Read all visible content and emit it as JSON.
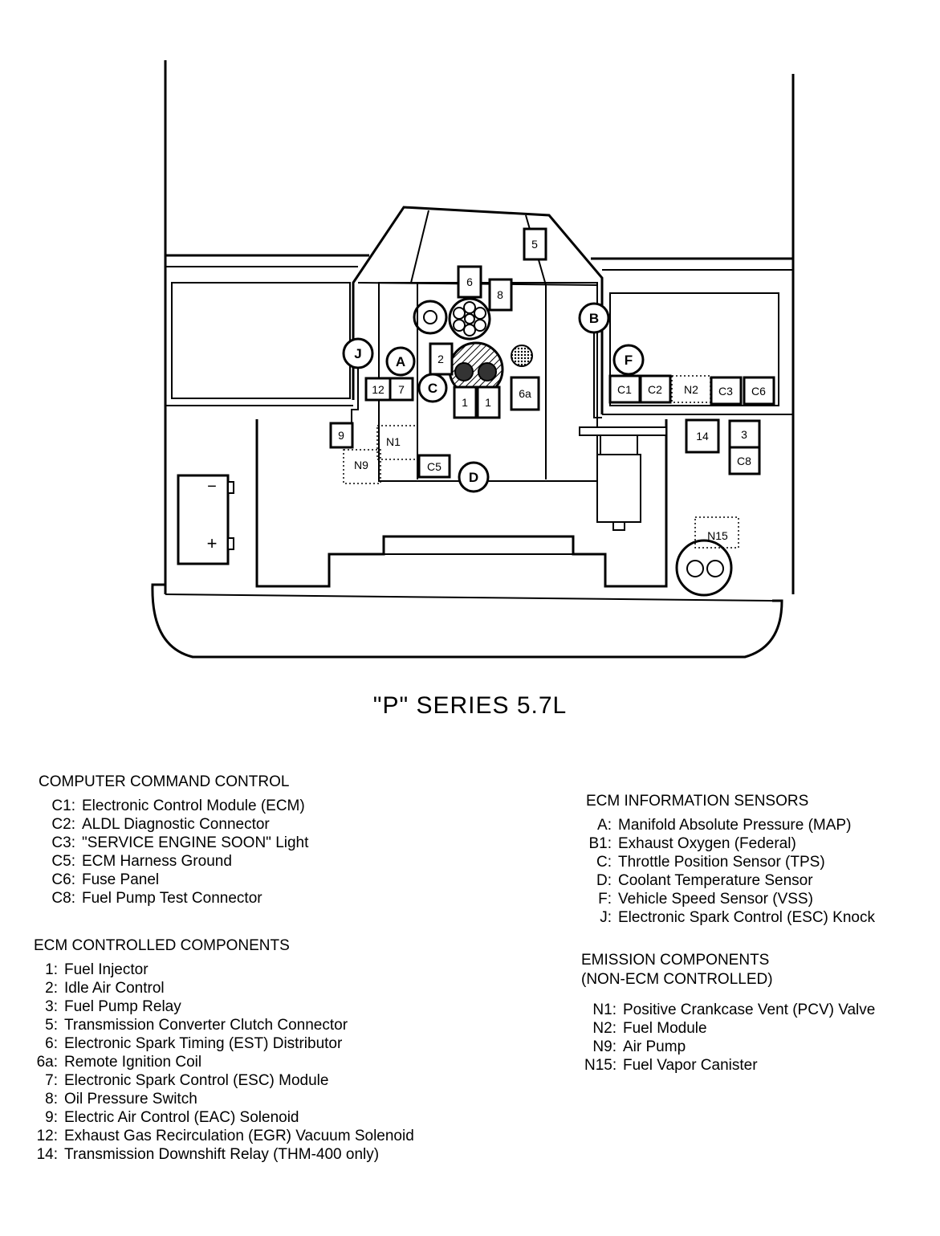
{
  "diagram": {
    "caption": "\"P\" SERIES 5.7L",
    "box_labels": {
      "five": "5",
      "six": "6",
      "eight": "8",
      "two": "2",
      "one_a": "1",
      "one_b": "1",
      "six_a": "6a",
      "twelve": "12",
      "seven": "7",
      "nine": "9",
      "c5": "C5",
      "c1": "C1",
      "c2": "C2",
      "n2": "N2",
      "c3": "C3",
      "c6": "C6",
      "fourteen": "14",
      "three": "3",
      "c8": "C8",
      "n1": "N1",
      "n9": "N9",
      "n15": "N15"
    },
    "circle_labels": {
      "j": "J",
      "a": "A",
      "c": "C",
      "d": "D",
      "b": "B",
      "f": "F"
    },
    "battery": {
      "minus": "−",
      "plus": "+"
    }
  },
  "legend": {
    "computer_command_control": {
      "heading": "COMPUTER COMMAND CONTROL",
      "items": [
        {
          "code": "C1:",
          "text": "Electronic Control Module (ECM)"
        },
        {
          "code": "C2:",
          "text": "ALDL Diagnostic Connector"
        },
        {
          "code": "C3:",
          "text": "\"SERVICE ENGINE SOON\" Light"
        },
        {
          "code": "C5:",
          "text": "ECM Harness Ground"
        },
        {
          "code": "C6:",
          "text": "Fuse Panel"
        },
        {
          "code": "C8:",
          "text": "Fuel Pump Test Connector"
        }
      ]
    },
    "ecm_controlled_components": {
      "heading": "ECM CONTROLLED COMPONENTS",
      "items": [
        {
          "code": "1:",
          "text": "Fuel Injector"
        },
        {
          "code": "2:",
          "text": "Idle Air Control"
        },
        {
          "code": "3:",
          "text": "Fuel Pump Relay"
        },
        {
          "code": "5:",
          "text": "Transmission Converter Clutch Connector"
        },
        {
          "code": "6:",
          "text": "Electronic Spark Timing (EST) Distributor"
        },
        {
          "code": "6a:",
          "text": "Remote Ignition Coil"
        },
        {
          "code": "7:",
          "text": "Electronic Spark Control (ESC) Module"
        },
        {
          "code": "8:",
          "text": "Oil Pressure Switch"
        },
        {
          "code": "9:",
          "text": "Electric Air Control (EAC) Solenoid"
        },
        {
          "code": "12:",
          "text": "Exhaust Gas Recirculation (EGR) Vacuum Solenoid"
        },
        {
          "code": "14:",
          "text": "Transmission Downshift Relay (THM-400 only)"
        }
      ]
    },
    "ecm_information_sensors": {
      "heading": "ECM INFORMATION SENSORS",
      "items": [
        {
          "code": "A:",
          "text": "Manifold Absolute Pressure (MAP)"
        },
        {
          "code": "B1:",
          "text": "Exhaust Oxygen (Federal)"
        },
        {
          "code": "C:",
          "text": "Throttle Position Sensor (TPS)"
        },
        {
          "code": "D:",
          "text": "Coolant Temperature Sensor"
        },
        {
          "code": "F:",
          "text": "Vehicle Speed Sensor (VSS)"
        },
        {
          "code": "J:",
          "text": "Electronic Spark Control (ESC) Knock"
        }
      ]
    },
    "emission_components": {
      "heading": "EMISSION COMPONENTS",
      "subheading": "(NON-ECM CONTROLLED)",
      "items": [
        {
          "code": "N1:",
          "text": "Positive Crankcase Vent (PCV) Valve"
        },
        {
          "code": "N2:",
          "text": "Fuel Module"
        },
        {
          "code": "N9:",
          "text": "Air Pump"
        },
        {
          "code": "N15:",
          "text": "Fuel Vapor Canister"
        }
      ]
    }
  }
}
